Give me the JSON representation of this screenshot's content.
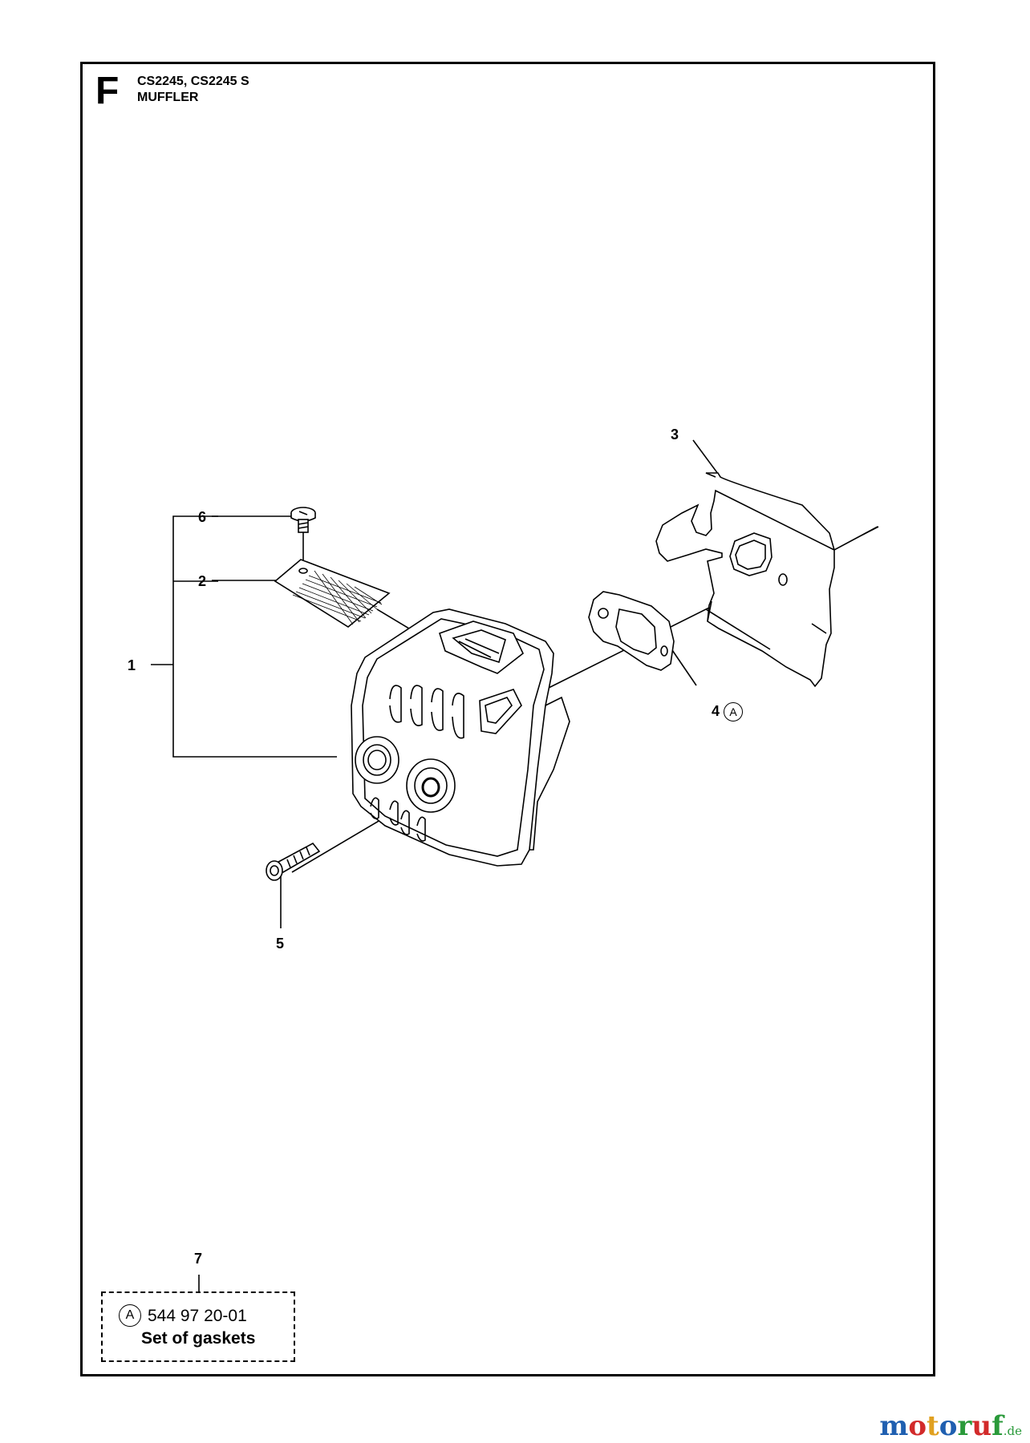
{
  "header": {
    "section_letter": "F",
    "models": "CS2245, CS2245 S",
    "title": "MUFFLER"
  },
  "callouts": {
    "p1": "1",
    "p2": "2",
    "p3": "3",
    "p4": "4",
    "p5": "5",
    "p6": "6",
    "p7": "7",
    "kit_marker": "A"
  },
  "kit": {
    "marker": "A",
    "part_number": "544 97 20-01",
    "name": "Set of gaskets"
  },
  "watermark": {
    "brand": "motoruf",
    "tld": ".de",
    "colors": [
      "#1f5fb0",
      "#d22a2a",
      "#e0a020",
      "#1f5fb0",
      "#2a9a3a",
      "#d22a2a",
      "#2a9a3a"
    ]
  }
}
